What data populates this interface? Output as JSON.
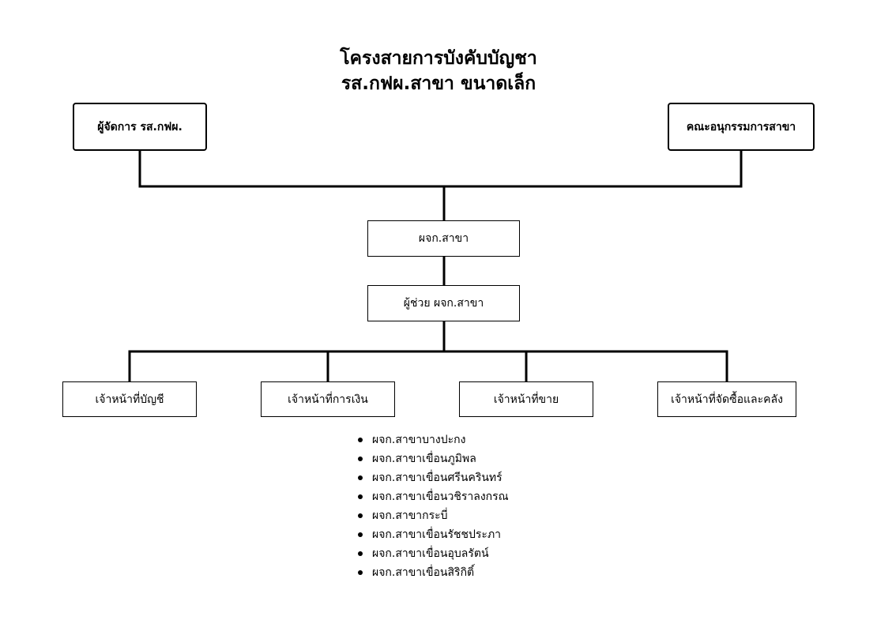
{
  "title": {
    "line1": "โครงสายการบังคับบัญชา",
    "line2": "รส.กฟผ.สาขา ขนาดเล็ก"
  },
  "top_boxes": {
    "manager": "ผู้จัดการ รส.กฟผ.",
    "committee": "คณะอนุกรรมการสาขา"
  },
  "branch_manager": "ผจก.สาขา",
  "assistant_manager": "ผู้ช่วย ผจก.สาขา",
  "staff": [
    "เจ้าหน้าที่บัญชี",
    "เจ้าหน้าที่การเงิน",
    "เจ้าหน้าที่ขาย",
    "เจ้าหน้าที่จัดซื้อและคลัง"
  ],
  "branches": [
    "ผจก.สาขาบางปะกง",
    "ผจก.สาขาเขื่อนภูมิพล",
    "ผจก.สาขาเขื่อนศรีนครินทร์",
    "ผจก.สาขาเขื่อนวชิราลงกรณ",
    "ผจก.สาขากระบี่",
    "ผจก.สาขาเขื่อนรัชชประภา",
    "ผจก.สาขาเขื่อนอุบลรัตน์",
    "ผจก.สาขาเขื่อนสิริกิติ์"
  ]
}
